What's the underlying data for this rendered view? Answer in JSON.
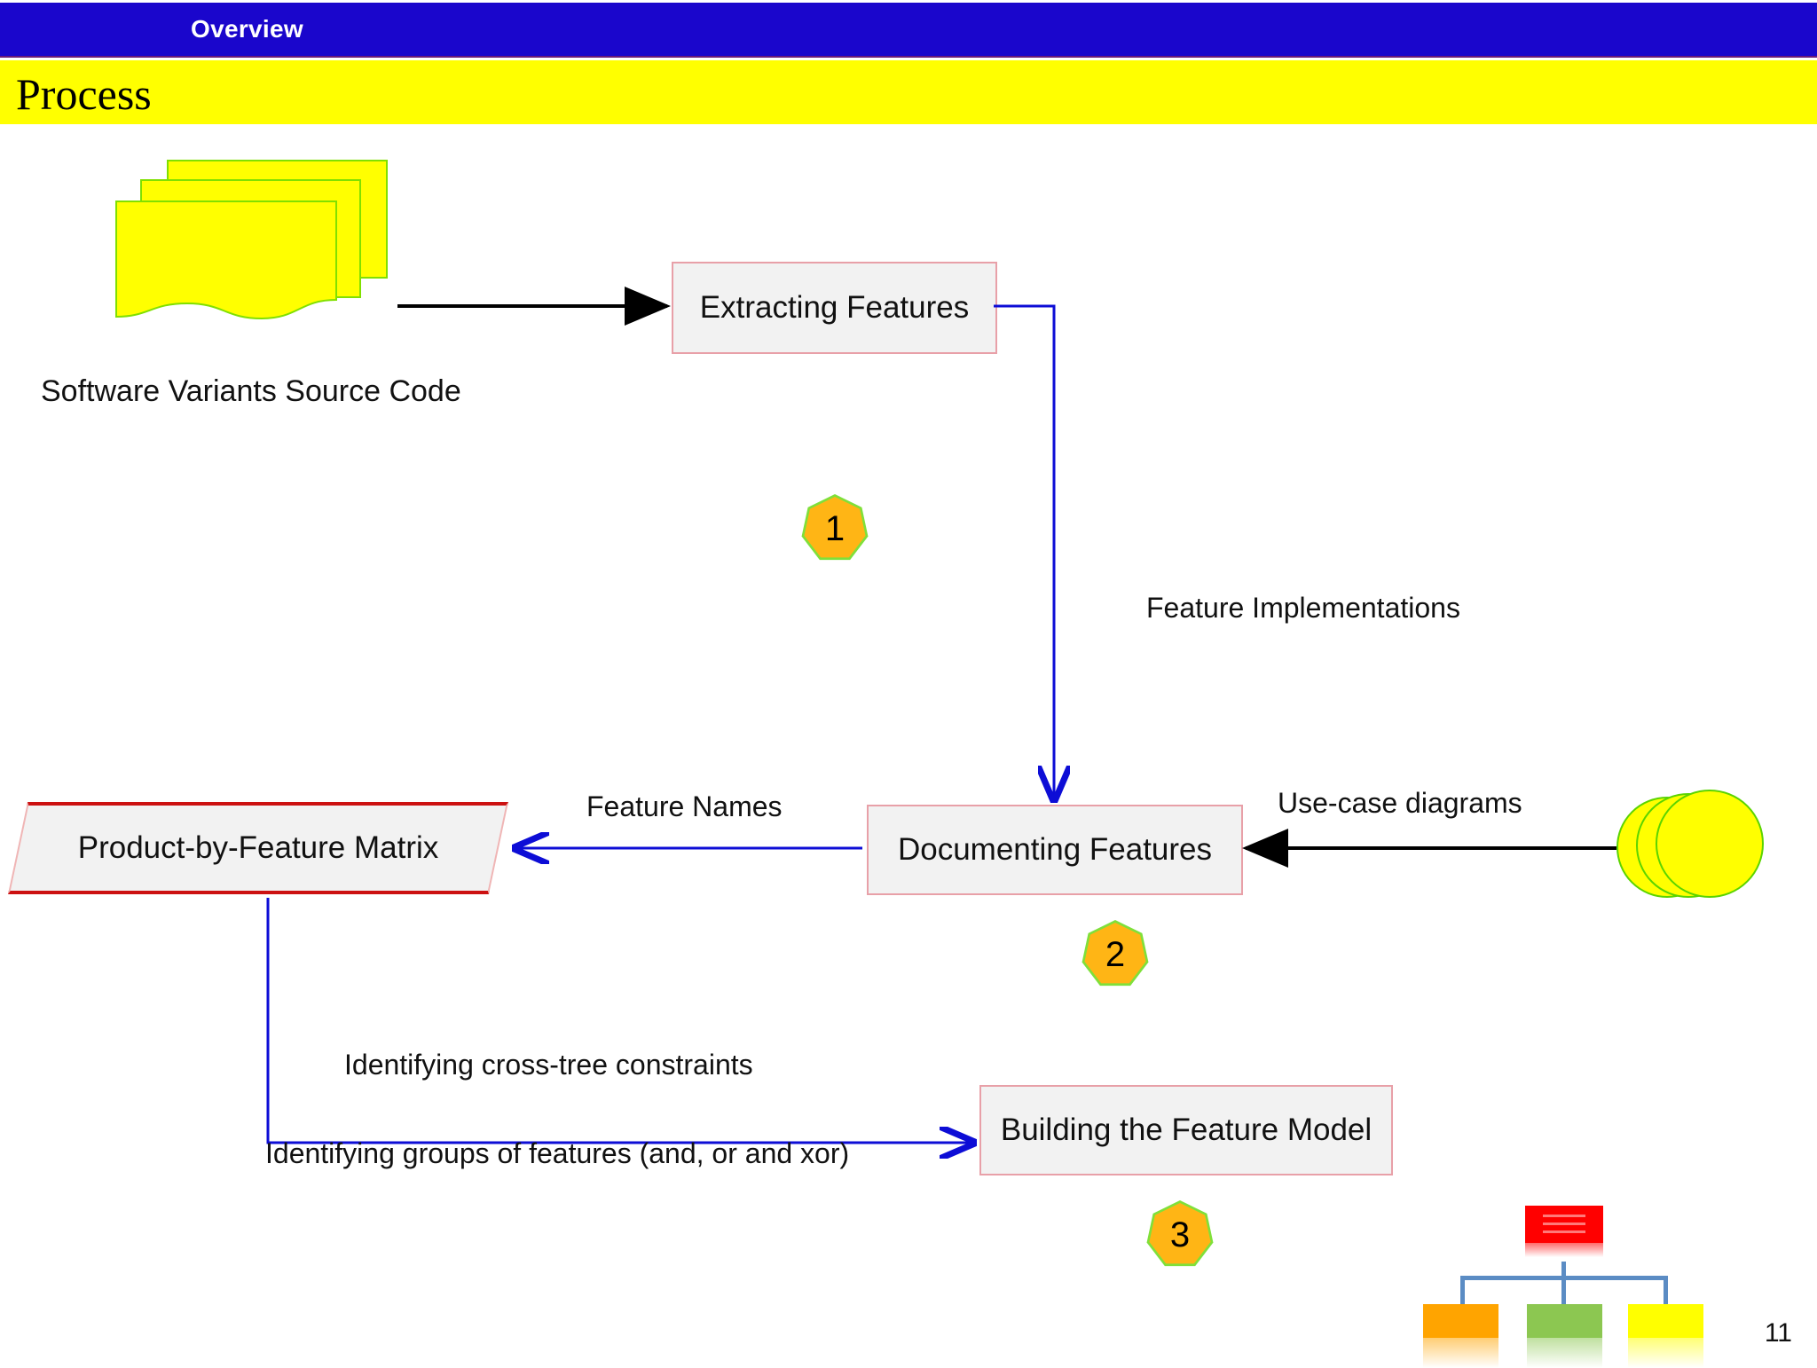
{
  "header": {
    "section_label": "Overview",
    "slide_title": "Process",
    "bar_color": "#1A06CC",
    "title_bar_color": "#FFFF00"
  },
  "diagram": {
    "source_artifact": {
      "name": "software-variants-stack",
      "caption": "Software Variants Source Code",
      "fill": "#FFFF00",
      "stroke": "#80E000",
      "sheets": 3
    },
    "steps": [
      {
        "number": "1",
        "label": "Extracting Features"
      },
      {
        "number": "2",
        "label": "Documenting Features"
      },
      {
        "number": "3",
        "label": "Building the Feature Model"
      }
    ],
    "data_store": {
      "label": "Product-by-Feature Matrix",
      "border": "#CC1111",
      "fill": "#F2F2F2"
    },
    "use_case_artifact": {
      "label": "Use-case diagrams",
      "fill": "#FFFF00",
      "stroke": "#5BD400",
      "circles": 3
    },
    "edge_labels": [
      {
        "name": "feature-implementations",
        "text": "Feature Implementations"
      },
      {
        "name": "feature-names",
        "text": "Feature Names"
      },
      {
        "name": "use-case-diagrams",
        "text": "Use-case diagrams"
      },
      {
        "name": "cross-tree-constraints",
        "text": "Identifying cross-tree constraints"
      },
      {
        "name": "feature-groups",
        "text": "Identifying groups of features (and, or and xor)"
      }
    ],
    "badge_colors": {
      "fill": "#FFB515",
      "stroke": "#7FE03A",
      "text": "#000000"
    },
    "box_colors": {
      "fill": "#F2F2F2",
      "stroke": "#E8A0A8",
      "text": "#111111"
    },
    "arrow_colors": {
      "black": "#000000",
      "blue": "#0D0DD6"
    },
    "feature_model_thumb": {
      "root_color": "#FF0000",
      "connector_color": "#5B8CC4",
      "leaf_colors": [
        "#FFA400",
        "#8CC751",
        "#FFFF00"
      ]
    }
  },
  "footer": {
    "page_number": "11"
  }
}
